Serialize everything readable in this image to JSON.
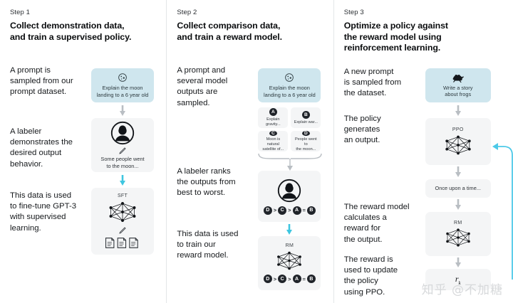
{
  "meta": {
    "watermark": "知乎 @不加糖",
    "colors": {
      "prompt_box_bg": "#cfe6ee",
      "gray_box_bg": "#f4f5f6",
      "arrow_blue": "#3ec6e0",
      "arrow_gray": "#b9bec3",
      "text": "#16191c",
      "divider": "#e3e6e8"
    }
  },
  "columns": [
    {
      "step_label": "Step 1",
      "title": "Collect demonstration data,\nand train a supervised policy.",
      "paragraphs": [
        "A prompt is\nsampled from our\nprompt dataset.",
        "A labeler\ndemonstrates the\ndesired output\nbehavior.",
        "This data is used\nto fine-tune GPT-3\nwith supervised\nlearning."
      ],
      "figures": {
        "prompt": {
          "icon": "moon-icon",
          "text": "Explain the moon\nlanding to a 6 year old"
        },
        "labeler": {
          "icon": "labeler-avatar-icon",
          "pencil": "pencil-icon",
          "text": "Some people went\nto the moon..."
        },
        "model": {
          "label": "SFT",
          "icon": "neural-network-icon",
          "pencil": "pencil-icon",
          "docs": "documents-icon"
        }
      }
    },
    {
      "step_label": "Step 2",
      "title": "Collect comparison data,\nand train a reward model.",
      "paragraphs": [
        "A prompt and\nseveral model\noutputs are\nsampled.",
        "A labeler ranks\nthe outputs from\nbest to worst.",
        "This data is used\nto train our\nreward model."
      ],
      "figures": {
        "prompt": {
          "icon": "moon-icon",
          "text": "Explain the moon\nlanding to a 6 year old"
        },
        "outputs": [
          {
            "badge": "A",
            "text": "Explain gravity..."
          },
          {
            "badge": "B",
            "text": "Explain war..."
          },
          {
            "badge": "C",
            "text": "Moon is natural\nsatellite of..."
          },
          {
            "badge": "D",
            "text": "People went to\nthe moon..."
          }
        ],
        "ranking": {
          "icon": "labeler-avatar-icon",
          "items": [
            "D",
            "C",
            "A",
            "B"
          ],
          "operators": [
            ">",
            ">",
            "="
          ]
        },
        "reward_model": {
          "label": "RM",
          "icon": "neural-network-icon",
          "items": [
            "D",
            "C",
            "A",
            "B"
          ],
          "operators": [
            ">",
            ">",
            "="
          ]
        }
      }
    },
    {
      "step_label": "Step 3",
      "title": "Optimize a policy against\nthe reward model using\nreinforcement learning.",
      "paragraphs": [
        "A new prompt\nis sampled from\nthe dataset.",
        "The policy\ngenerates\nan output.",
        "The reward model\ncalculates a\nreward for\nthe output.",
        "The reward is\nused to update\nthe policy\nusing PPO."
      ],
      "figures": {
        "prompt": {
          "icon": "frog-icon",
          "text": "Write a story\nabout frogs"
        },
        "policy": {
          "label": "PPO",
          "icon": "neural-network-icon"
        },
        "output": {
          "text": "Once upon a time..."
        },
        "reward_model": {
          "label": "RM",
          "icon": "neural-network-icon"
        },
        "reward": {
          "symbol": "r",
          "subscript": "k"
        }
      }
    }
  ]
}
